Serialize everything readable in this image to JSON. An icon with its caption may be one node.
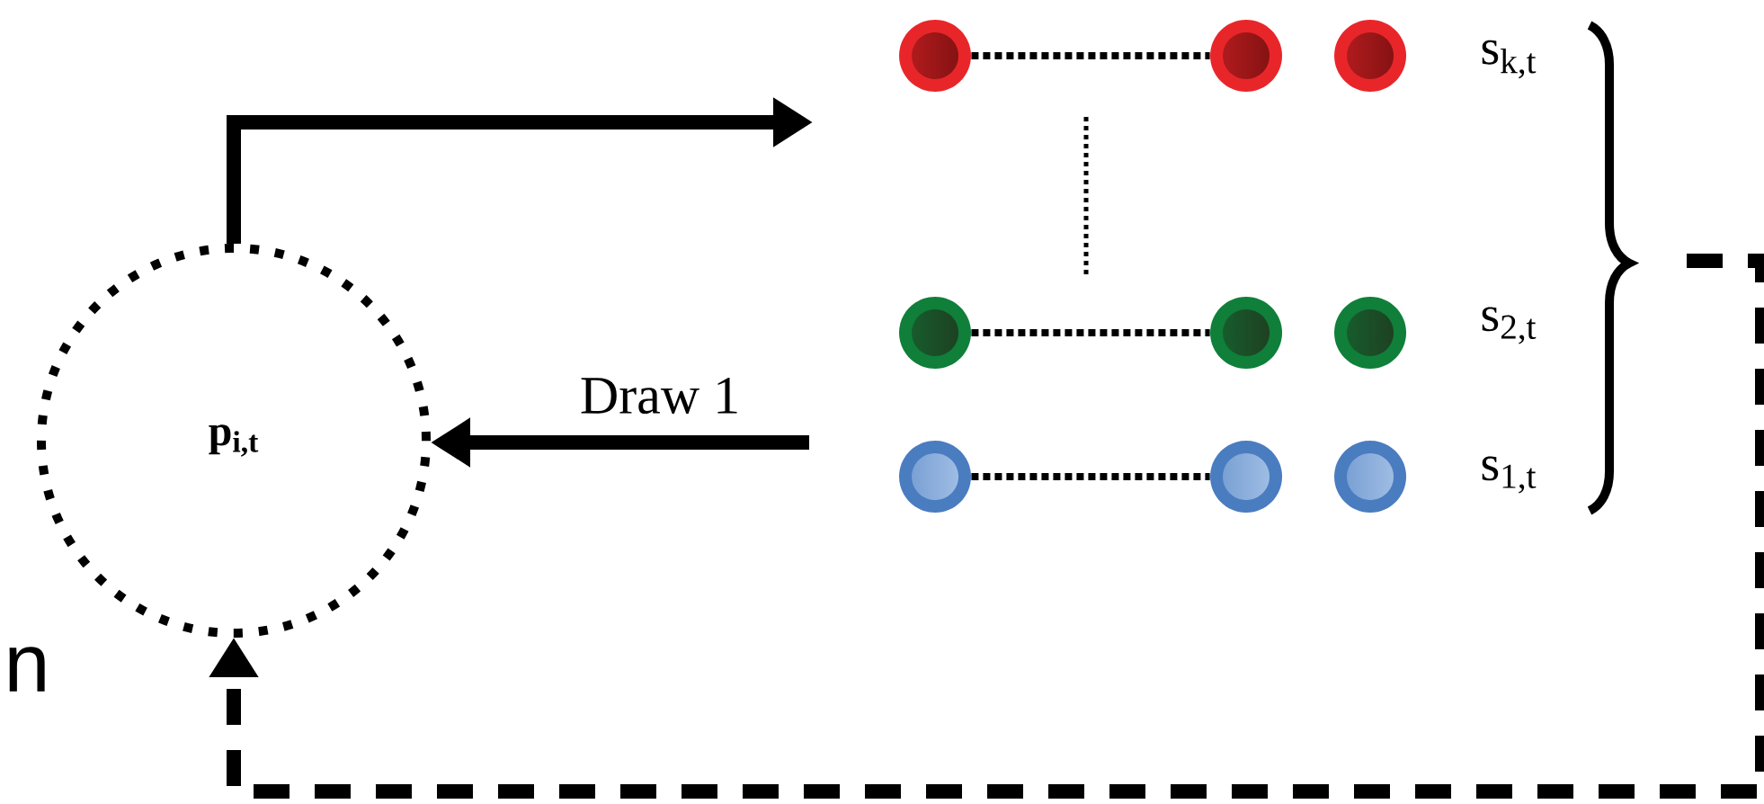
{
  "diagram": {
    "nodes": [
      {
        "text": [
          "p$_{i,t}$"
        ]
      },
      {
        "text": [],
        "shape": "circle"
      },
      {
        "text": [],
        "shape": "circle"
      },
      {
        "text": [],
        "shape": "circle"
      },
      {
        "text": [],
        "shape": "circle"
      },
      {
        "text": [],
        "shape": "circle"
      },
      {
        "text": [],
        "shape": "circle"
      },
      {
        "text": [],
        "shape": "circle"
      },
      {
        "text": [],
        "shape": "circle"
      },
      {
        "text": [],
        "shape": "circle"
      }
    ],
    "edges": [
      {
        "from": 0,
        "to": null,
        "arrow": "to",
        "style": "thick"
      },
      {
        "from": null,
        "to": 0,
        "arrow": "to",
        "label": "Draw 1",
        "style": "thick"
      },
      {
        "from": null,
        "to": 0,
        "arrow": "to",
        "style": "dashed"
      },
      {
        "from": 1,
        "to": 2,
        "arrow": "none",
        "style": "dashed"
      },
      {
        "from": 4,
        "to": 5,
        "arrow": "none",
        "style": "dashed"
      },
      {
        "from": 7,
        "to": 8,
        "arrow": "none",
        "style": "dashed"
      }
    ],
    "labels": [
      "s$_{k,t}$",
      "s$_{2,t}$",
      "s$_{1,t}$",
      "n"
    ]
  }
}
